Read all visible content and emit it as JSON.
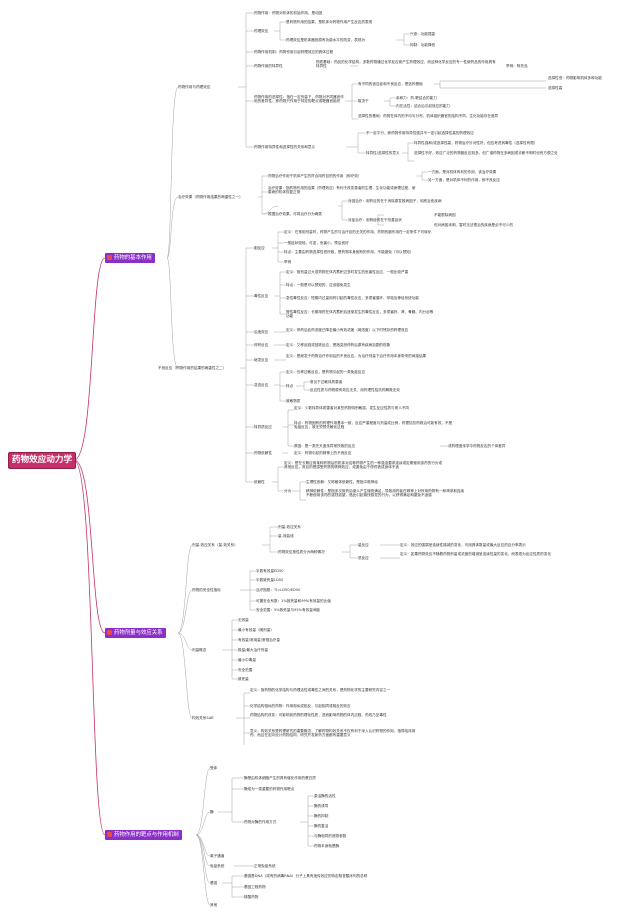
{
  "root": "药物效应动力学",
  "branches": {
    "b1": "药物的基本作用",
    "b2": "药物剂量与效应关系",
    "b3": "药物作用的靶点与作用机制"
  },
  "b1": {
    "n1": "药物作用与药理效应",
    "n1a": "药物作用：药物对机体的初始作用，是动因",
    "n1b": "药理效应",
    "n1b1": "是药物作用的结果，是机体对药物作用产生反应的表现",
    "n1b2": "药理效应是机体器官原有功能水平的改变，表现为",
    "n1b2a": "兴奋：功能提高",
    "n1b2b": "抑制：功能降低",
    "n1c": "药物作用机制：药物作用引起药理效应的具体过程",
    "n1d": "药物作用的特异性",
    "n1d1": "物质基础：药品的化学结构，多数药物通过化学反应而产生药理效应，而这种化学反应的专一性使药品的作用具有特异性",
    "n1d1a": "举例：阿托品",
    "n1e": "药物作用的选择性：指在一定剂量下，药物对不同器官作用的差异性。即药物只作用于特定的靶点或靶器官组织",
    "n1e1": "有不同的适应症和不良反应，是选药基础",
    "n1e1a": "选择性低：药物影响机体多种功能",
    "n1e1b": "选择性高",
    "n1e2": "取决于",
    "n1e2a": "亲和力：药-靶结合的能力",
    "n1e2b": "内在活性：结合后引起效应的能力",
    "n1e3": "选择性的基础：药物在体内的不均匀分布，机体组织器官的结构不同，生化功能存在差异",
    "n1f": "药物作用特异性和选择性的关系和意义",
    "n1f1": "不一定平行，即药物作用特异性强并不一定引起选择性高的药理效应",
    "n1f2": "特异性/选择性的意义",
    "n1f2a": "特异性强和/或选择性高，药物治疗针对性好，但应考虑其毒性（选择性有限）",
    "n1f2b": "选择性不好，效应广泛的药物副反应较多，但广谱药物在多病因或诊断不明时也有方便之处",
    "n2": "治疗效果（药物作用结果的两重性之一）",
    "n2a": "药物治疗作用于机体产生的符合用药目的的作用（即疗效）",
    "n2a1": "一方面，是对机体有利的作用，该治疗效果",
    "n2a2": "另一方面，是对机体不利的作用，即不良反应",
    "n2b": "治疗效果：指药物作用的结果（药理效应）有利于改变患者的生理、生化功能或病理过程，使患病的机体恢复正常",
    "n2c": "根据治疗效果，可将治疗分为两类",
    "n2c1": "对因治疗：用药目的在于消除原发致病因子，彻底治愈疾病",
    "n2c2": "对症治疗：用药目的在于改善症状",
    "n2c2a": "不能根除病因",
    "n2c2b": "但对病因未明、暂时无法根治的疾病是必不可少的",
    "n3": "不良反应（药物作用的结果的两重性之二）",
    "n3a": "副反应",
    "n3a1": "定义：在常用剂量时，药物产生的与治疗目的无关的作用，药物的副作用在一定条件下可转化",
    "n3a2": "一般症状较轻，可逆，危害小，预后良好",
    "n3a3": "特点：主要由药物选择性低所致，是药物本身固有的作用，不能避免（可以预知）",
    "n3a4": "举例",
    "n3b": "毒性反应",
    "n3b1": "定义：指剂量过大或药物在体内蓄积过多时发生的危害性反应，一般比较严重",
    "n3b2": "特点：一般是可以预知的，应该避免发生",
    "n3b3": "急性毒性反应：短期内过量用药引起的毒性反应，多损害循环、呼吸及神经系统功能",
    "n3b4": "慢性毒性反应：长期用药在体内蓄积后逐渐发生的毒性反应，多损害肝、肾、骨髓、内分泌等功能",
    "n3c": "后遗效应",
    "n3c1": "定义：停药后血药浓度已降至最小有效浓度（阈浓度）以下时残存的药理效应",
    "n3d": "停药反应",
    "n3d1": "定义：又称反跳或回跃反应，是指突然停药后原有疾病加剧的现象",
    "n3e": "继发反应",
    "n3e1": "定义：是继发于药物治疗作用后的不良反应，为治疗剂量下治疗作用本身带来的间接结果",
    "n3f": "变态反应",
    "n3f1": "定义：也称过敏反应，是药物引起的一类免疫反应",
    "n3f2": "特点",
    "n3f2a": "常见于过敏体质患者",
    "n3f2b": "反应性质与药物原有效应无关，用药理性拮抗药解救无效",
    "n3f3": "致敏物质",
    "n3g": "特异质反应",
    "n3g1": "定义：少数特异体质患者对某些药物特别敏感，发生反应性质与常人不同",
    "n3g2": "特点：药物固有的药理作用基本一致，反应严重程度与剂量成比例，药理拮抗药救治可能有效，不是免疫反应，故无须预先敏化过程",
    "n3g3": "原因：是一类先天遗传异常所致的反应",
    "n3g3a": "或药理遗传学中药物反应的个体差异",
    "n3h": "药物依赖性",
    "n3h1": "定义：药物引起的精神上的不良反应",
    "n3i": "依赖性",
    "n3i1": "定义：是在长期应用某种药物后的机体对这种药物产生的一种强迫要求连续或定期使用该药的行为或其他反应，其目的是感受药物的精神效应，或避免由于停药造成身体不适",
    "n3i2": "分为",
    "n3i2a": "生理性依赖：又称躯体依赖性，是指中枢神经",
    "n3i2b": "精神依赖性：是指多次用药后使人产生愉快满足，导致用药者在精神上对所用药物有一种渴求和连续不断使用该药的强烈欲望，借此引起愉快感觉的行为，以获得满足和避免不适感"
  },
  "b2": {
    "n1": "剂量-效应关系（量-效关系）",
    "n1a": "剂量-效应关系",
    "n1b": "量-效曲线",
    "n1c": "药物效应按性质分为两种情况",
    "n1c1": "量反应",
    "n1c1a": "定义：效应的强弱呈连续性增减的变化，可用具体数量或最大反应的百分率表示",
    "n1c2": "质反应",
    "n1c2a": "定义：如果药物效应不随着药物剂量或浓度的增减呈连续性量的变化，而表现为反应性质的变化",
    "n2": "药物的安全性指标",
    "n2a": "半数有效量ED50",
    "n2b": "半数致死量LD50",
    "n2c": "治疗指数：TI=LD50/ED50",
    "n2d": "可靠安全系数：1%致死量和99%有效量的比值",
    "n2e": "安全范围：5%致死量与95%有效量间距",
    "n3": "剂量概念",
    "n3a": "无效量",
    "n3b": "最小有效量（阈剂量）",
    "n3c": "有效量/常用量/常规治疗量",
    "n3d": "极量/最大治疗剂量",
    "n3e": "最小中毒量",
    "n3f": "安全范围",
    "n3g": "致死量",
    "n4": "构效关系SAR",
    "n4a": "定义：指药物的化学结构与药理活性或毒性之间的关系，是药物化学的主要研究内容之一",
    "n4b": "化学结构相似的药物：作用相似或相反，引起相同或相反的效应",
    "n4c": "药物结构的改变：可影响到药物的理化性质，进而影响药物的体内过程、药效乃至毒性",
    "n4d": "意义：构效关系是药理研究的重要概念，了解药物构效关系不仅有利于深入认识药物的作用，指导临床用药，而且在定向设计药物结构，研究开发新药方面都有重要意义"
  },
  "b3": {
    "n1": "受体",
    "n2": "酶",
    "n2a": "酶是由机体细胞产生的具有催化作用的蛋白质",
    "n2b": "酶成为一类重要的药物作用靶点",
    "n2c": "药物对酶的作用方式",
    "n2c1": "激活酶的活性",
    "n2c2": "酶的诱导",
    "n2c3": "酶的抑制",
    "n2c4": "酶的复活",
    "n2c5": "与酶相同的底物参数",
    "n2c6": "药物本身就是酶",
    "n3": "离子通道",
    "n4": "免疫系统",
    "n4a": "正常免疫系统",
    "n5": "基因",
    "n5a": "基因是DNA（或有的病毒RNA）分子上具有遗传效应的特定核苷酸序列的总称",
    "n5b": "基因工程药物",
    "n5c": "核酸药物",
    "n6": "其他"
  }
}
